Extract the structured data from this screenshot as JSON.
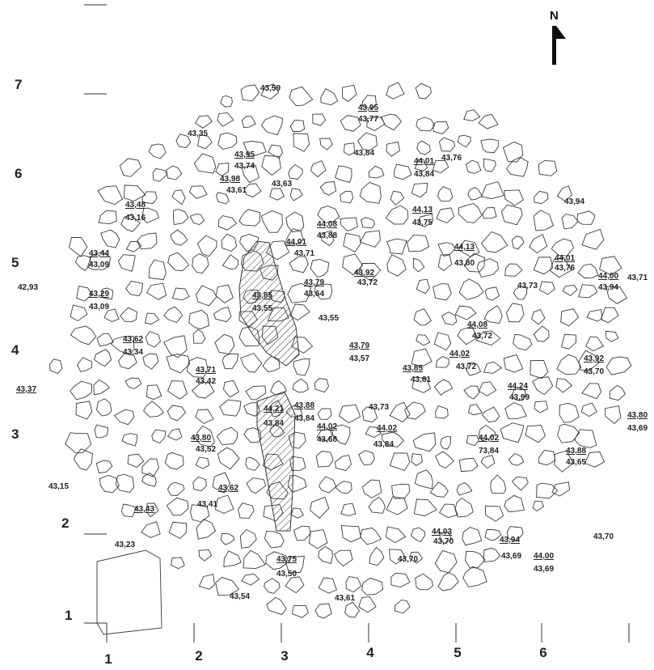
{
  "north_label": "N",
  "x_axis_labels": [
    "1",
    "2",
    "3",
    "4",
    "5",
    "6"
  ],
  "y_axis_labels": [
    "1",
    "2",
    "3",
    "4",
    "5",
    "6",
    "7"
  ],
  "elevations": [
    {
      "top": "",
      "bottom": "43,59"
    },
    {
      "top": "43,95",
      "bottom": "43,77"
    },
    {
      "top": "",
      "bottom": "43,35"
    },
    {
      "top": "43,95",
      "bottom": "43,74"
    },
    {
      "top": "",
      "bottom": "43,84"
    },
    {
      "top": "44,01",
      "bottom": "43,84"
    },
    {
      "top": "",
      "bottom": "43,76"
    },
    {
      "top": "43,98",
      "bottom": "43,61"
    },
    {
      "top": "",
      "bottom": "43,63"
    },
    {
      "top": "43,48",
      "bottom": "43,16"
    },
    {
      "top": "44,13",
      "bottom": "43,75"
    },
    {
      "top": "",
      "bottom": "43,94"
    },
    {
      "top": "44,08",
      "bottom": "43,88"
    },
    {
      "top": "44,01",
      "bottom": "43,71"
    },
    {
      "top": "43,44",
      "bottom": "43,09"
    },
    {
      "top": "44,13",
      "bottom": "43,80"
    },
    {
      "top": "44,01",
      "bottom": "43,76"
    },
    {
      "top": "44,00",
      "bottom": "43,94"
    },
    {
      "top": "",
      "bottom": "43,71"
    },
    {
      "top": "43,92",
      "bottom": "43,72"
    },
    {
      "top": "",
      "bottom": "42,93"
    },
    {
      "top": "43,85",
      "bottom": "43,55"
    },
    {
      "top": "43,79",
      "bottom": "43,64"
    },
    {
      "top": "",
      "bottom": "43,73"
    },
    {
      "top": "43,29",
      "bottom": "43,09"
    },
    {
      "top": "",
      "bottom": "43,55"
    },
    {
      "top": "44,08",
      "bottom": "43,72"
    },
    {
      "top": "43,62",
      "bottom": "43,34"
    },
    {
      "top": "43,79",
      "bottom": "43,57"
    },
    {
      "top": "44,02",
      "bottom": "43,72"
    },
    {
      "top": "43,92",
      "bottom": "43,70"
    },
    {
      "top": "43,71",
      "bottom": "43,42"
    },
    {
      "top": "43,85",
      "bottom": "43,61"
    },
    {
      "top": "44,24",
      "bottom": "43,99"
    },
    {
      "top": "43,37",
      "bottom": ""
    },
    {
      "top": "44,21",
      "bottom": "43,84"
    },
    {
      "top": "43,88",
      "bottom": "43,84"
    },
    {
      "top": "",
      "bottom": "43,73"
    },
    {
      "top": "43,80",
      "bottom": "43,69"
    },
    {
      "top": "44,02",
      "bottom": "43,68"
    },
    {
      "top": "44,02",
      "bottom": "43,84"
    },
    {
      "top": "43,80",
      "bottom": "43,52"
    },
    {
      "top": "44,02",
      "bottom": "73,84"
    },
    {
      "top": "43,88",
      "bottom": "43,65"
    },
    {
      "top": "",
      "bottom": "43,15"
    },
    {
      "top": "43,62",
      "bottom": ""
    },
    {
      "top": "43,43",
      "bottom": ""
    },
    {
      "top": "",
      "bottom": "43,41"
    },
    {
      "top": "",
      "bottom": "43,23"
    },
    {
      "top": "44,03",
      "bottom": "43,70"
    },
    {
      "top": "",
      "bottom": "43,70"
    },
    {
      "top": "43,94",
      "bottom": "43,69"
    },
    {
      "top": "44,00",
      "bottom": "43,69"
    },
    {
      "top": "43,75",
      "bottom": "43,50"
    },
    {
      "top": "",
      "bottom": "43,70"
    },
    {
      "top": "",
      "bottom": "43,54"
    },
    {
      "top": "",
      "bottom": "43,61"
    }
  ]
}
